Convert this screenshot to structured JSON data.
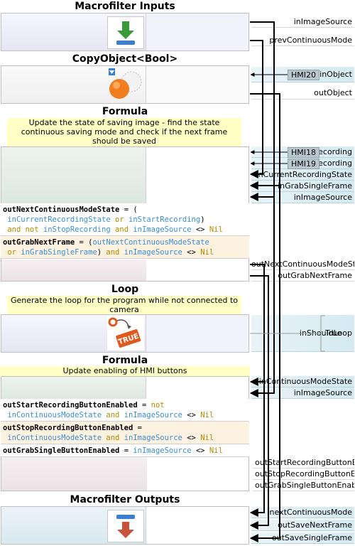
{
  "macrofilter_inputs": {
    "title": "Macrofilter Inputs",
    "ports": [
      "inImageSource",
      "prevContinuousMode"
    ]
  },
  "copy_object": {
    "title": "CopyObject<Bool>",
    "inputs": [
      "inObject"
    ],
    "outputs": [
      "outObject"
    ],
    "hmi": "HMI20"
  },
  "formula1": {
    "title": "Formula",
    "note": "Update the state of  saving image - find the state continuous saving mode and check if the next frame should be saved",
    "inputs": [
      "inStartRecording",
      "inStopRecording",
      "inCurrentRecordingState",
      "inGrabSingleFrame",
      "inImageSource"
    ],
    "hmi": [
      "HMI18",
      "HMI19"
    ],
    "expr1": {
      "lhs": "outNextContinuousModeState",
      "line1_op": " = (",
      "line2_a": "inCurrentRecordingState",
      "line2_kw": " or ",
      "line2_b": "inStartRecording",
      "line2_end": ")",
      "line3_kw1": "and not ",
      "line3_a": "inStopRecording",
      "line3_kw2": " and ",
      "line3_b": "inImageSource",
      "line3_op": " <> ",
      "line3_nil": "Nil"
    },
    "expr2": {
      "lhs": "outGrabNextFrame",
      "line1_op": " = (",
      "line1_a": "outNextContinuousModeState",
      "line2_kw": "or ",
      "line2_a": "inGrabSingleFrame",
      "line2_end": ")",
      "line2_kw2": " and ",
      "line2_b": "inImageSource",
      "line2_op": " <> ",
      "line2_nil": "Nil"
    },
    "outputs": [
      "outNextContinuousModeState",
      "outGrabNextFrame"
    ]
  },
  "loop": {
    "title": "Loop",
    "note": "Generate the loop for the program while not connected to camera",
    "icon_text": "TRUE",
    "inputs": [
      "inShouldLoop"
    ],
    "value": "True"
  },
  "formula2": {
    "title": "Formula",
    "note": "Update enabling of HMI buttons",
    "inputs": [
      "inContinuousModeState",
      "inImageSource"
    ],
    "expr1": {
      "lhs": "outStartRecordingButtonEnabled",
      "op": " = ",
      "kw1": "not",
      "a": "inContinuousModeState",
      "kw2": " and ",
      "b": "inImageSource",
      "op2": " <> ",
      "nil": "Nil"
    },
    "expr2": {
      "lhs": "outStopRecordingButtonEnabled",
      "op": " =",
      "a": "inContinuousModeState",
      "kw2": " and ",
      "b": "inImageSource",
      "op2": " <> ",
      "nil": "Nil"
    },
    "expr3": {
      "lhs": "outGrabSingleButtonEnabled",
      "op": " = ",
      "a": "inImageSource",
      "op2": " <> ",
      "nil": "Nil"
    },
    "outputs": [
      "outStartRecordingButtonEn...",
      "outStopRecordingButtonEn...",
      "outGrabSingleButtonEnabled"
    ]
  },
  "macrofilter_outputs": {
    "title": "Macrofilter Outputs",
    "ports": [
      "nextContinuousMode",
      "outSaveNextFrame",
      "outSaveSingleFrame"
    ]
  },
  "colors": {
    "wire": "#000000",
    "port_in": "#d4eaf2",
    "note_bg": "#ffffc6",
    "identifier": "#3b8fd6",
    "keyword": "#b38a00",
    "hmi_bg": "#b9c8d0"
  },
  "icons": [
    "down-arrow-green-icon",
    "copy-object-icon",
    "loop-true-icon",
    "down-arrow-red-icon"
  ]
}
